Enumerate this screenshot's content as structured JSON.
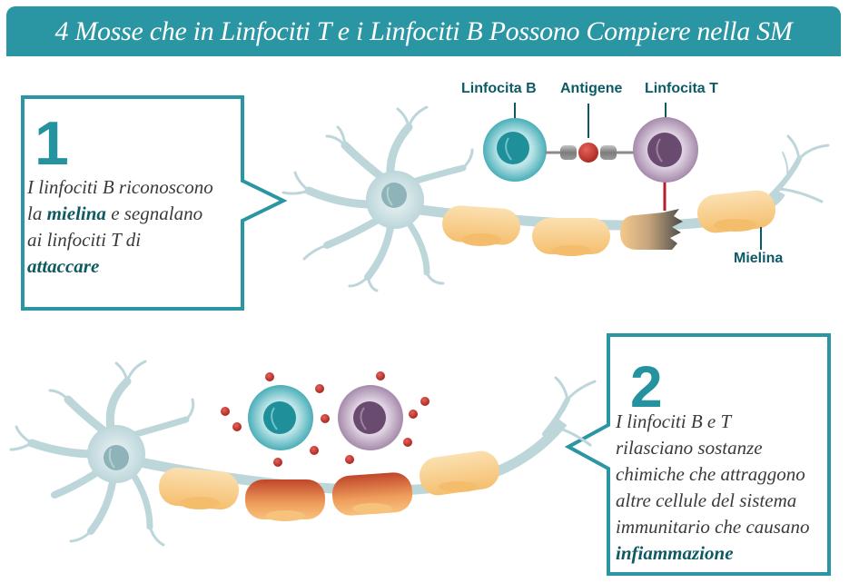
{
  "header": {
    "title": "4 Mosse che in Linfociti T e i Linfociti B Possono Compiere nella SM"
  },
  "steps": [
    {
      "number": "1",
      "lines": [
        [
          {
            "text": "I linfociti B riconoscono",
            "bold": false
          }
        ],
        [
          {
            "text": "la ",
            "bold": false
          },
          {
            "text": "mielina",
            "bold": true
          },
          {
            "text": " e segnalano",
            "bold": false
          }
        ],
        [
          {
            "text": "ai linfociti T di",
            "bold": false
          }
        ],
        [
          {
            "text": "attaccare",
            "bold": true
          }
        ]
      ]
    },
    {
      "number": "2",
      "lines": [
        [
          {
            "text": "I linfociti B e T",
            "bold": false
          }
        ],
        [
          {
            "text": "rilasciano sostanze",
            "bold": false
          }
        ],
        [
          {
            "text": "chimiche che attraggono",
            "bold": false
          }
        ],
        [
          {
            "text": "altre cellule del sistema",
            "bold": false
          }
        ],
        [
          {
            "text": "immunitario che causano",
            "bold": false
          }
        ],
        [
          {
            "text": "infiammazione",
            "bold": true
          }
        ]
      ]
    }
  ],
  "labels": {
    "b_cell": "Linfocita B",
    "antigen": "Antigene",
    "t_cell": "Linfocita T",
    "myelin": "Mielina"
  },
  "colors": {
    "accent": "#2a95a3",
    "label_text": "#0d5a67",
    "b_cell": "#2ea2ad",
    "t_cell": "#6b4a72",
    "antigen": "#c43a35",
    "myelin_healthy": "#f7c57a",
    "myelin_inflamed": "#c9542d",
    "neuron": "#bcd6da"
  }
}
